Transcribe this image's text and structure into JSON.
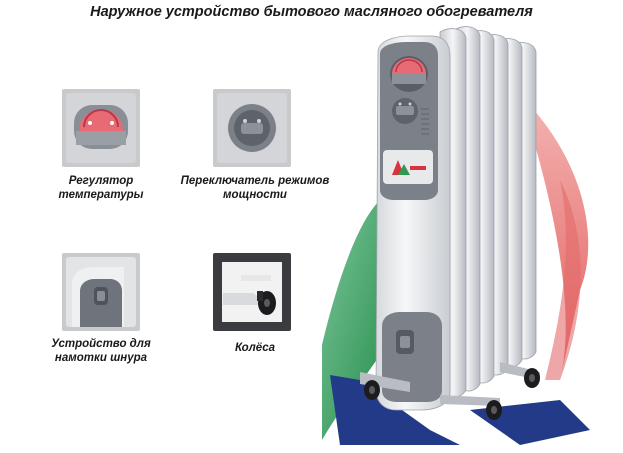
{
  "title": "Наружное устройство бытового масляного обогревателя",
  "features": [
    {
      "label_line1": "Регулятор",
      "label_line2": "температуры",
      "icon": "thermostat-knob-icon"
    },
    {
      "label_line1": "Переключатель режимов",
      "label_line2": "мощности",
      "icon": "power-mode-switch-icon"
    },
    {
      "label_line1": "Устройство для",
      "label_line2": "намотки шнура",
      "icon": "cord-wrap-icon"
    },
    {
      "label_line1": "Колёса",
      "label_line2": "",
      "icon": "wheels-icon"
    }
  ],
  "colors": {
    "red_accent": "#e56a6a",
    "green_accent": "#2f9a52",
    "blue_accent": "#2a3f8e",
    "heater_body": "#eef0f2",
    "heater_panel": "#7c8088"
  }
}
